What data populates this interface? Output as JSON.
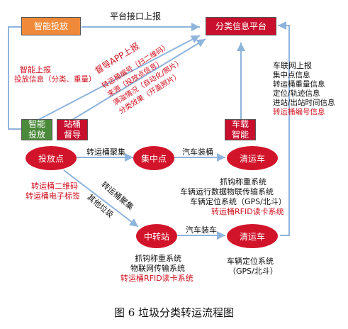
{
  "boxes": {
    "smart_dispose": "智能投放",
    "platform": "分类信息平台",
    "smart_launch": [
      "智能",
      "投放"
    ],
    "station_supervise": [
      "站桶",
      "督导"
    ],
    "vehicle_smart": [
      "车载",
      "智能"
    ]
  },
  "nodes": {
    "dispose_point": "投放点",
    "collect_point": "集中点",
    "clean_truck_1": "清运车",
    "transfer_station": "中转站",
    "clean_truck_2": "清运车"
  },
  "labels": {
    "platform_interface": "平台接口上报",
    "smart_report": "智能上报",
    "smart_report_info": "投放信息（分类、重量）",
    "supervise_app": "督导APP上报",
    "supervise_lines": [
      "转运桶编号（扫二维码）",
      "来源（投放点信息）",
      "满溢情况（自动化/照片）",
      "分类效果（开盖照片）"
    ],
    "iov_title": "车联网上报",
    "iov_lines": [
      "集中点信息",
      "转运桶重量信息",
      "定位/轨迹信息",
      "进站/出站时间信息"
    ],
    "iov_red": "转运桶编号信息",
    "barrel_gather": "转运桶聚集",
    "truck_load_1": "汽车装桶",
    "truck_load_2": "汽车装车",
    "barrel_gather_2": "转运桶聚集",
    "other_garbage": "其他垃圾",
    "dispose_tags": [
      "转运桶二维码",
      "转运桶电子标签"
    ],
    "truck1_lines": [
      "抓钩称重系统",
      "车辆运行数据物联传输系统",
      "车辆定位系统（GPS/北斗）"
    ],
    "truck1_red": "转运桶RFID读卡系统",
    "station_lines": [
      "抓钩称重系统",
      "物联网传输系统"
    ],
    "station_red": "转运桶RFID读卡系统",
    "truck2_lines": [
      "车辆定位系统",
      "（GPS/北斗）"
    ]
  },
  "caption": "图 6  垃圾分类转运流程图",
  "colors": {
    "red": "#d2142b",
    "orange": "#f08a3a",
    "green": "#4a8a3a",
    "line": "#8fb4dc"
  }
}
